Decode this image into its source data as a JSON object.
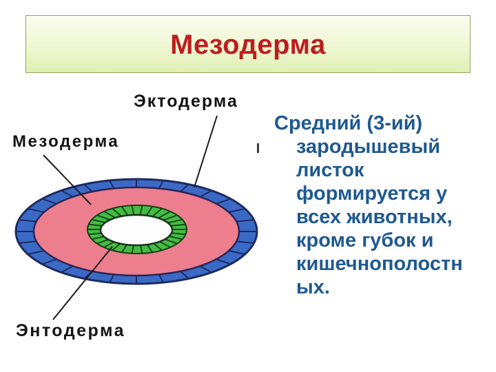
{
  "slide": {
    "title": "Мезодерма",
    "title_color": "#BE1D1F",
    "title_box": {
      "background_top": "#FAFDEE",
      "background_bottom": "#E0F0B5",
      "border_color": "#97A362"
    }
  },
  "diagram": {
    "labels": {
      "ectoderm": "Эктодерма",
      "mesoderm": "Мезодерма",
      "endoderm": "Энтодерма"
    },
    "label_color": "#141414",
    "colors": {
      "ectoderm_blue": "#3A6AC6",
      "ectoderm_outline": "#1D2A5E",
      "mesoderm_pink": "#EC7E8E",
      "mesoderm_outline": "#2A2553",
      "endoderm_green": "#43BC43",
      "endoderm_outline": "#123F12",
      "inner_white": "#FEFEFE",
      "pointer_line": "#1A1A1A"
    }
  },
  "body": {
    "text": "Средний (3-ий)\nзародышевый\nлисток\nформируется у\nвсех животных,\nкроме губок и\nкишечнополостн\nых.",
    "color": "#1F5990"
  }
}
